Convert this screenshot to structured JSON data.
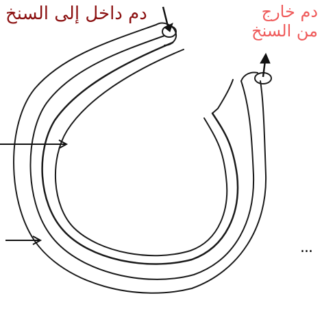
{
  "labels": {
    "blood_in": "دم داخل إلى السنخ",
    "blood_out_line1": "دم خارج",
    "blood_out_line2": "من السنخ",
    "ellipsis": "..."
  },
  "colors": {
    "blood_in": "#8b1010",
    "blood_out": "#ef5a5a",
    "ink": "#1a1a1a"
  }
}
